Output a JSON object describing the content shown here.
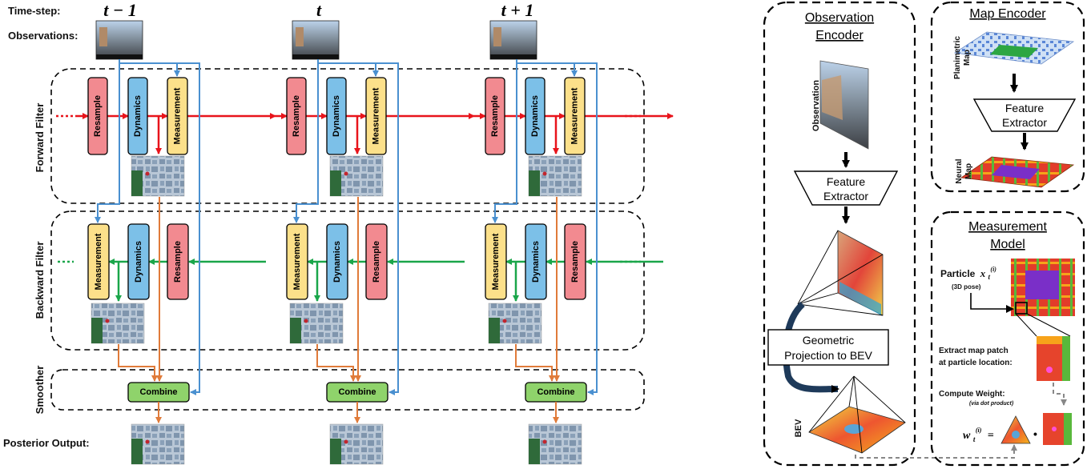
{
  "left": {
    "time_label": "Time-step:",
    "obs_label": "Observations:",
    "posterior_label": "Posterior Output:",
    "rows": {
      "forward": "Forward Filter",
      "backward": "Backward Filter",
      "smoother": "Smoother"
    },
    "steps": [
      "t − 1",
      "t",
      "t + 1"
    ],
    "blocks": {
      "resample": "Resample",
      "dynamics": "Dynamics",
      "measurement": "Measurement",
      "combine": "Combine"
    }
  },
  "obs_encoder": {
    "title_line1": "Observation",
    "title_line2": "Encoder",
    "image_label": "Observation",
    "fe_line1": "Feature",
    "fe_line2": "Extractor",
    "proj_line1": "Geometric",
    "proj_line2": "Projection to BEV",
    "bev_label": "BEV"
  },
  "map_encoder": {
    "title": "Map Encoder",
    "plan_line1": "Planimetric",
    "plan_line2": "Map",
    "fe_line1": "Feature",
    "fe_line2": "Extractor",
    "neural_line1": "Neural",
    "neural_line2": "Map"
  },
  "measurement_model": {
    "title_line1": "Measurement",
    "title_line2": "Model",
    "particle_label": "Particle",
    "particle_symbol": "x",
    "particle_sub": "t",
    "particle_sup": "(i)",
    "pose_note": "(3D pose)",
    "extract_line1": "Extract map patch",
    "extract_line2": "at particle location:",
    "compute_label": "Compute Weight:",
    "compute_note": "(via dot product)",
    "weight_symbol": "w",
    "weight_sub": "t",
    "weight_sup": "(i)",
    "equals": "=",
    "dot": "•"
  },
  "colors": {
    "forward_arrow": "#e8141b",
    "backward_arrow": "#1aa64a",
    "observation_link": "#4a90d0",
    "map_link": "#e07b3a",
    "resample": "#f28a90",
    "dynamics": "#7cc0e8",
    "measurement": "#fce08a",
    "combine": "#8fd36b",
    "map_patch": "#8aa0b8"
  }
}
